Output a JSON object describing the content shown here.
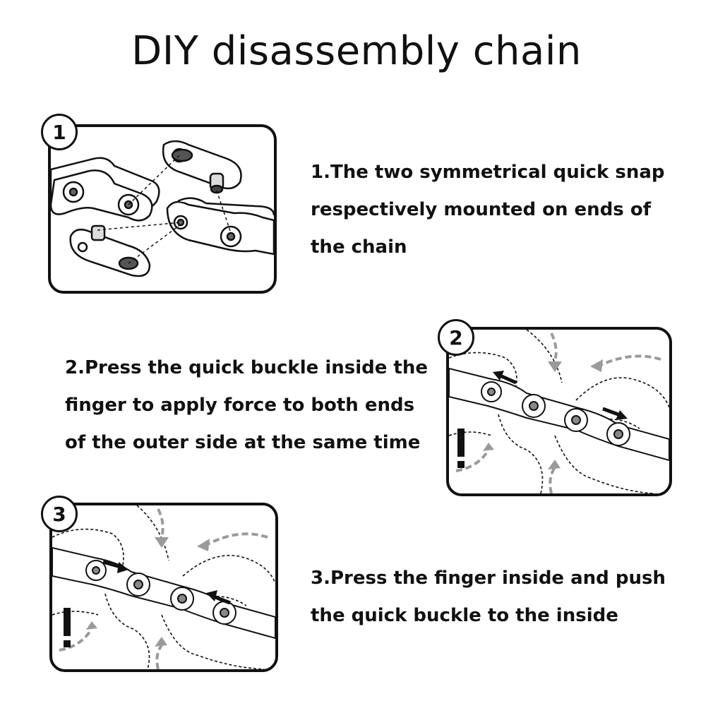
{
  "title": "DIY disassembly chain",
  "steps": [
    {
      "number": "1",
      "lines": [
        "1.The two symmetrical quick snap",
        "respectively mounted on ends of",
        "the chain"
      ]
    },
    {
      "number": "2",
      "lines": [
        "2.Press the quick buckle inside the",
        "finger to apply force to both ends",
        "of the outer side at the same time"
      ]
    },
    {
      "number": "3",
      "lines": [
        "3.Press the finger inside and push",
        "the quick buckle to the inside"
      ]
    }
  ],
  "icons": [
    "chain-link-illustration",
    "hand-press-illustration",
    "arrow-icon",
    "warning-exclamation-icon"
  ],
  "colors": {
    "ink": "#111111",
    "arrow_gray": "#9a9a9a",
    "background": "#ffffff"
  }
}
